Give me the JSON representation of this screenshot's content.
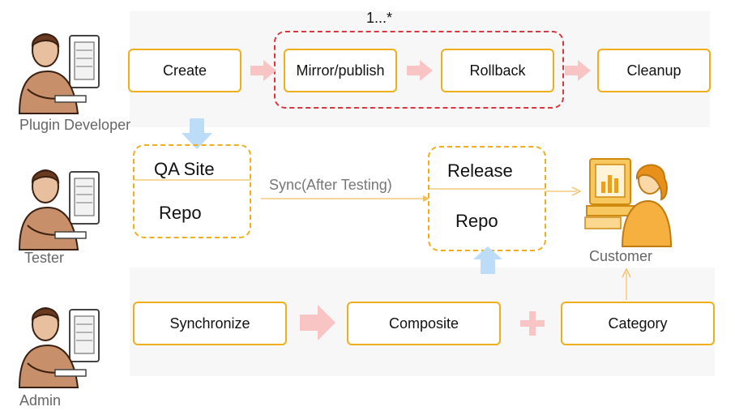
{
  "multiplicity": "1...*",
  "roles": {
    "developer": "Plugin  Developer",
    "tester": "Tester",
    "admin": "Admin",
    "customer": "Customer"
  },
  "developer_steps": {
    "create": "Create",
    "mirror": "Mirror/publish",
    "rollback": "Rollback",
    "cleanup": "Cleanup"
  },
  "qa": {
    "title": "QA Site",
    "sub": "Repo"
  },
  "sync_label": "Sync(After Testing)",
  "release": {
    "title": "Release",
    "sub": "Repo"
  },
  "admin_steps": {
    "synchronize": "Synchronize",
    "composite": "Composite",
    "category": "Category"
  },
  "colors": {
    "box_border": "#f0ae1c",
    "dashed_red": "#d9363e",
    "band": "#f7f7f7",
    "pink_arrow": "#f8c4c4",
    "blue_arrow": "#bcdcf7",
    "line": "#f0c060"
  }
}
